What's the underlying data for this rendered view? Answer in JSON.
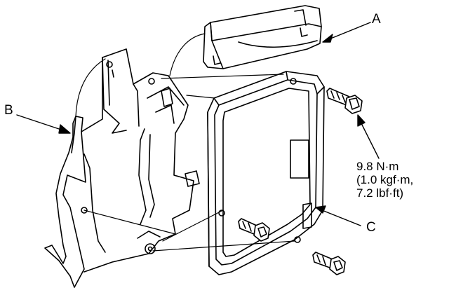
{
  "labels": {
    "a": "A",
    "b": "B",
    "c": "C"
  },
  "torque_spec": {
    "line1": "9.8 N·m",
    "line2": "(1.0 kgf·m,",
    "line3": "7.2 lbf·ft)"
  },
  "colors": {
    "ink": "#000000",
    "paper": "#ffffff"
  }
}
